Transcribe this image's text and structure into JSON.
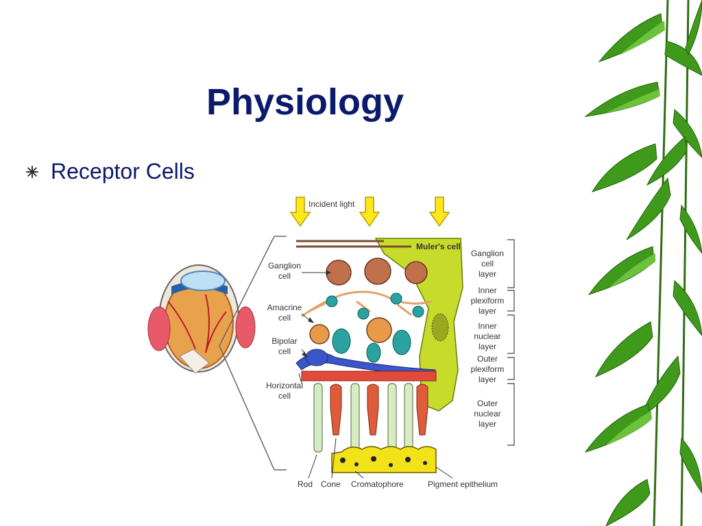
{
  "slide": {
    "title": "Physiology",
    "bullet": "Receptor Cells",
    "accent_color": "#0b1a6b"
  },
  "figure": {
    "incident_light": "Incident light",
    "mulers_cell": "Muler's cell",
    "left_labels": {
      "ganglion": [
        "Ganglion",
        "cell"
      ],
      "amacrine": [
        "Amacrine",
        "cell"
      ],
      "bipolar": [
        "Bipolar",
        "cell"
      ],
      "horizontal": [
        "Horizontal",
        "cell"
      ]
    },
    "layers": {
      "ganglion_cell_layer": [
        "Ganglion",
        "cell",
        "layer"
      ],
      "inner_plexiform": [
        "Inner",
        "plexiform",
        "layer"
      ],
      "inner_nuclear": [
        "Inner",
        "nuclear",
        "layer"
      ],
      "outer_plexiform": [
        "Outer",
        "plexiform",
        "layer"
      ],
      "outer_nuclear": [
        "Outer",
        "nuclear",
        "layer"
      ]
    },
    "bottom_labels": {
      "rod": "Rod",
      "cone": "Cone",
      "cromatophore": "Cromatophore",
      "pigment_epithelium": "Pigment epithelium"
    }
  }
}
